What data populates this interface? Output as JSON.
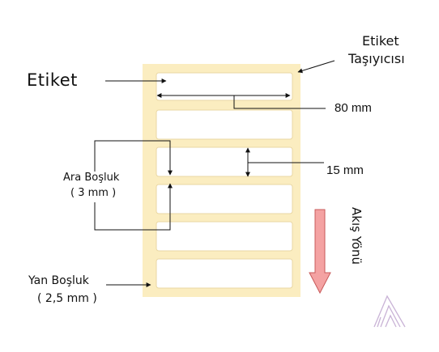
{
  "labels": {
    "label": "Etiket",
    "carrier_line1": "Etiket",
    "carrier_line2": "Taşıyıcısı",
    "width": "80 mm",
    "height": "15 mm",
    "gap_line1": "Ara Boşluk",
    "gap_line2": "( 3 mm )",
    "side_line1": "Yan Boşluk",
    "side_line2": "( 2,5 mm )",
    "flow": "Akış Yönü"
  },
  "colors": {
    "carrier": "#fbedc0",
    "label_fill": "#ffffff",
    "label_stroke": "#ead7a3",
    "arrow_fill": "#f4a2a2",
    "arrow_stroke": "#c85a5a",
    "line": "#111111",
    "logo": "#c9b3d6"
  },
  "diagram": {
    "label_count": 6,
    "flow_direction": "down"
  },
  "logo": "stripe-logo-icon"
}
